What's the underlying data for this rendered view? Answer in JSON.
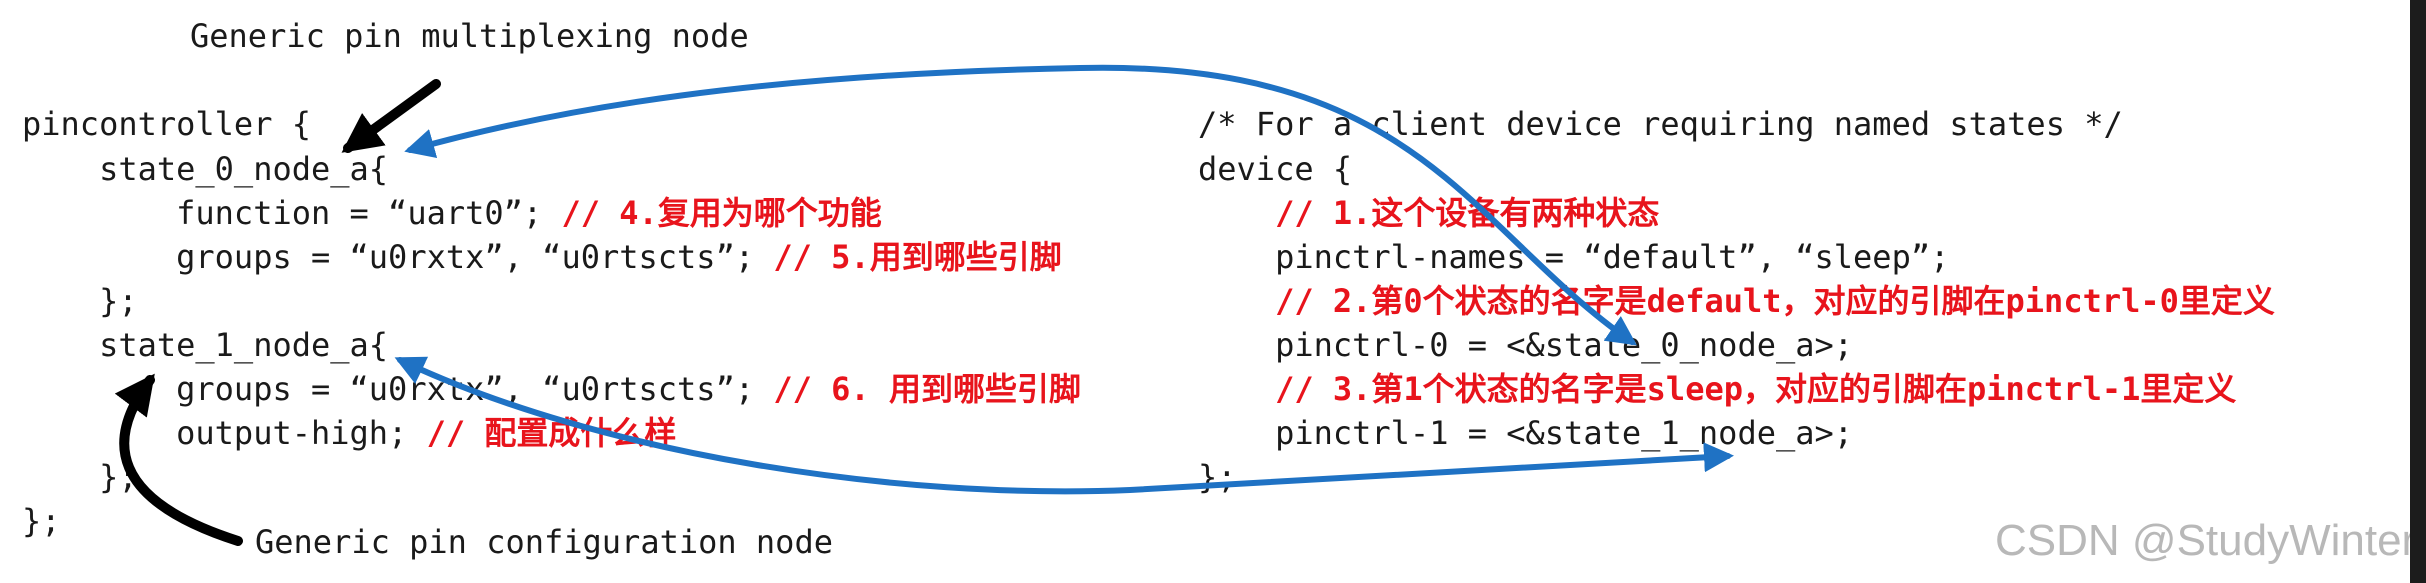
{
  "annotations": {
    "pin_mux_node": "Generic pin multiplexing node",
    "pin_config_node": "Generic pin configuration node"
  },
  "left_code": {
    "l1": "pincontroller {",
    "l2": "    state_0_node_a{",
    "l3_code": "        function = “uart0”; ",
    "l3_comment": "// 4.复用为哪个功能",
    "l4_code": "        groups = “u0rxtx”, “u0rtscts”; ",
    "l4_comment": "// 5.用到哪些引脚",
    "l5": "    };",
    "l6": "    state_1_node_a{",
    "l7_code": "        groups = “u0rxtx”, “u0rtscts”; ",
    "l7_comment": "// 6. 用到哪些引脚",
    "l8_code": "        output-high; ",
    "l8_comment": "// 配置成什么样",
    "l9": "    };",
    "l10": "};"
  },
  "right_code": {
    "r1": "/* For a client device requiring named states */",
    "r2": "device {",
    "r3_comment": "    // 1.这个设备有两种状态",
    "r4": "    pinctrl-names = “default”, “sleep”;",
    "r5_comment": "    // 2.第0个状态的名字是default，对应的引脚在pinctrl-0里定义",
    "r6": "    pinctrl-0 = <&state_0_node_a>;",
    "r7_comment": "    // 3.第1个状态的名字是sleep，对应的引脚在pinctrl-1里定义",
    "r8": "    pinctrl-1 = <&state_1_node_a>;",
    "r9": "};"
  },
  "watermark": "CSDN @StudyWinter",
  "colors": {
    "code_text": "#1a1a1a",
    "comment_red": "#e8141c",
    "arrow_blue": "#1f72c4",
    "arrow_black": "#000000",
    "watermark_gray": "#b8b8b8"
  }
}
